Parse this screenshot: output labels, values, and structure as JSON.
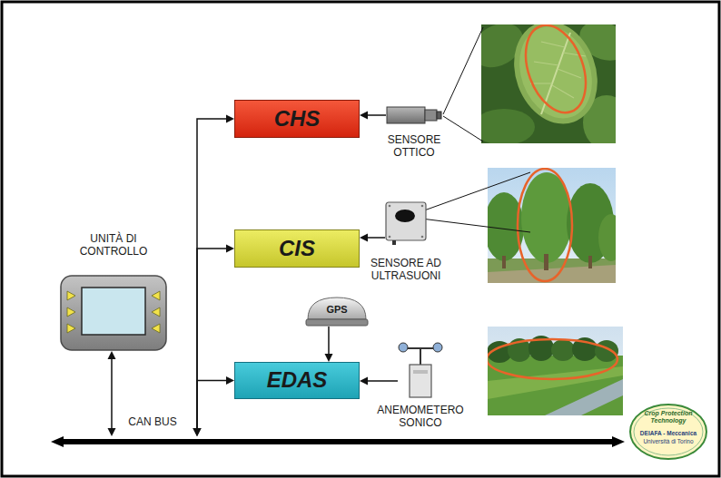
{
  "diagram": {
    "nodes": [
      {
        "text": [
          "UNITÀ DI CONTROLLO"
        ]
      },
      {
        "text": [
          "CHS"
        ]
      },
      {
        "text": [
          "SENSORE OTTICO"
        ]
      },
      {
        "text": [
          "CIS"
        ]
      },
      {
        "text": [
          "SENSORE AD ULTRASUONI"
        ]
      },
      {
        "text": [
          "GPS"
        ]
      },
      {
        "text": [
          "EDAS"
        ]
      },
      {
        "text": [
          "ANEMOMETERO SONICO"
        ]
      },
      {
        "text": [
          "CAN BUS"
        ]
      }
    ],
    "edges": [
      {
        "from": 8,
        "to": 0,
        "arrow": "both"
      },
      {
        "from": 8,
        "to": 1,
        "arrow": "both"
      },
      {
        "from": 8,
        "to": 3,
        "arrow": "both"
      },
      {
        "from": 8,
        "to": 6,
        "arrow": "both"
      },
      {
        "from": 2,
        "to": 1,
        "arrow": "to"
      },
      {
        "from": 4,
        "to": 3,
        "arrow": "to"
      },
      {
        "from": 5,
        "to": 6,
        "arrow": "to"
      },
      {
        "from": 7,
        "to": 6,
        "arrow": "to"
      }
    ],
    "labels": [
      "Crop Protection Technology",
      "DEIAFA - Meccanica",
      "Università di Torino"
    ]
  }
}
